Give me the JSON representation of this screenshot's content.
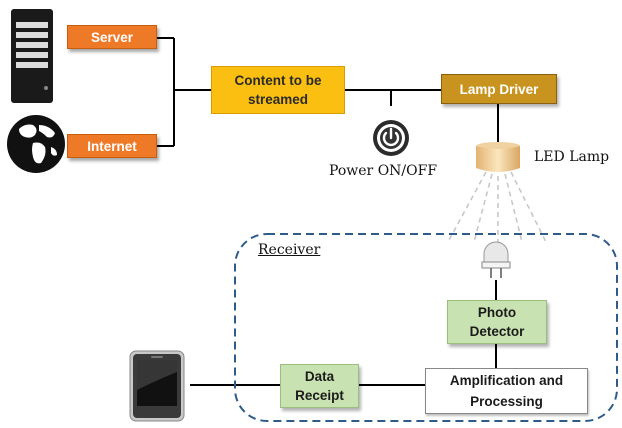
{
  "nodes": {
    "server": "Server",
    "internet": "Internet",
    "content_line1": "Content to be",
    "content_line2": "streamed",
    "lamp_driver": "Lamp Driver",
    "power": "Power ON/OFF",
    "led_lamp": "LED Lamp",
    "receiver": "Receiver",
    "photo_line1": "Photo",
    "photo_line2": "Detector",
    "amp_line1": "Amplification and",
    "amp_line2": "Processing",
    "data_line1": "Data",
    "data_line2": "Receipt"
  },
  "icons": {
    "server": "server-tower-icon",
    "internet": "globe-icon",
    "power": "power-button-icon",
    "lamp": "led-lamp-icon",
    "detector": "photodetector-icon",
    "phone": "smartphone-icon"
  },
  "colors": {
    "orange_tag": "#ee7a28",
    "yellow_box": "#fbbf12",
    "lamp_driver": "#c8941f",
    "green_box": "#c9e2b2",
    "receiver_border": "#2e5b8a"
  }
}
